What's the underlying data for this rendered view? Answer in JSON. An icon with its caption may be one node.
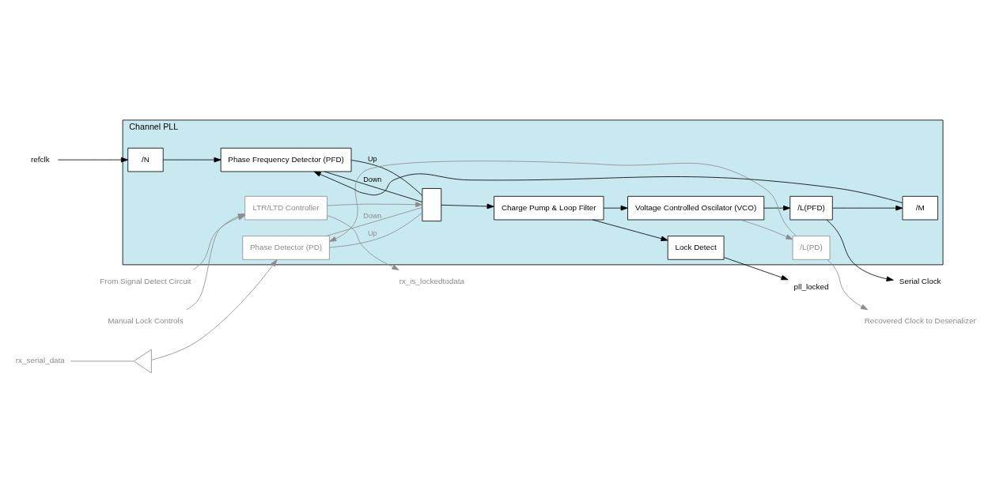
{
  "diagram": {
    "nodes": [
      {
        "text": [
          "Channel PLL"
        ]
      },
      {
        "text": [
          "LTR/LTD Controller"
        ],
        "in": 0
      },
      {
        "text": [
          "Phase Detector (PD)"
        ],
        "in": 0
      },
      {
        "text": [
          "/N"
        ],
        "in": 0
      },
      {
        "text": [
          "Phase Frequency Detector (PFD)"
        ],
        "in": 0
      },
      {
        "text": [],
        "shape": "trapezoid",
        "in": 0
      },
      {
        "text": [
          "Charge Pump & Loop Filter"
        ],
        "in": 0
      },
      {
        "text": [
          "Voltage Controlled Oscilator (VCO)"
        ],
        "in": 0
      },
      {
        "text": [
          "/L(PD)"
        ],
        "in": 0
      },
      {
        "text": [
          "/L(PFD)"
        ],
        "in": 0
      },
      {
        "text": [
          "Lock Detect"
        ],
        "in": 0
      },
      {
        "text": [
          "/M"
        ],
        "in": 0
      },
      {
        "text": [
          "From Signal Detect Circuit"
        ]
      },
      {
        "text": [
          "Manual Lock Controls"
        ]
      },
      {
        "text": [
          "rx_serial_data"
        ]
      },
      {
        "text": [],
        "shape": "triangle"
      },
      {
        "text": [
          "refclk"
        ]
      },
      {
        "text": [
          "rx_is_lockedtodata"
        ]
      },
      {
        "text": [
          "Recovered Clock to Deserializer"
        ]
      },
      {
        "text": [
          "Serial Clock"
        ]
      },
      {
        "text": [
          "pll_locked"
        ]
      }
    ],
    "edges": [
      {
        "from": 12,
        "to": 1,
        "arrow": "to",
        "color": "#8c8c8c"
      },
      {
        "from": 13,
        "to": 1,
        "arrow": "to",
        "color": "#8c8c8c"
      },
      {
        "from": 1,
        "to": 17,
        "arrow": "to",
        "color": "#8c8c8c"
      },
      {
        "from": 1,
        "to": 5,
        "arrow": "to",
        "color": "#8c8c8c"
      },
      {
        "from": 14,
        "to": 15,
        "arrow": "none",
        "color": "#8c8c8c"
      },
      {
        "from": 15,
        "to": 2,
        "arrow": "to",
        "color": "#8c8c8c"
      },
      {
        "from": 8,
        "to": 2,
        "arrow": "to",
        "color": "#8c8c8c"
      },
      {
        "from": 2,
        "to": 5,
        "arrow": "none",
        "label": "Down",
        "color": "#8c8c8c"
      },
      {
        "from": 2,
        "to": 5,
        "arrow": "none",
        "label": "Up",
        "color": "#8c8c8c"
      },
      {
        "from": 16,
        "to": 3,
        "arrow": "to"
      },
      {
        "from": 3,
        "to": 4,
        "arrow": "to"
      },
      {
        "from": 4,
        "to": 5,
        "arrow": "none",
        "label": "Up"
      },
      {
        "from": 4,
        "to": 5,
        "arrow": "none",
        "label": "Down"
      },
      {
        "from": 5,
        "to": 6,
        "arrow": "to"
      },
      {
        "from": 6,
        "to": 7,
        "arrow": "to"
      },
      {
        "from": 7,
        "to": 8,
        "arrow": "to",
        "color": "#8c8c8c"
      },
      {
        "from": 7,
        "to": 9,
        "arrow": "to"
      },
      {
        "from": 8,
        "to": 18,
        "arrow": "to",
        "color": "#8c8c8c"
      },
      {
        "from": 9,
        "to": 19,
        "arrow": "to"
      },
      {
        "from": 9,
        "to": 11,
        "arrow": "to"
      },
      {
        "from": 11,
        "to": 4,
        "arrow": "to"
      },
      {
        "from": 6,
        "to": 10,
        "arrow": "to"
      },
      {
        "from": 10,
        "to": 20,
        "arrow": "to"
      }
    ]
  }
}
